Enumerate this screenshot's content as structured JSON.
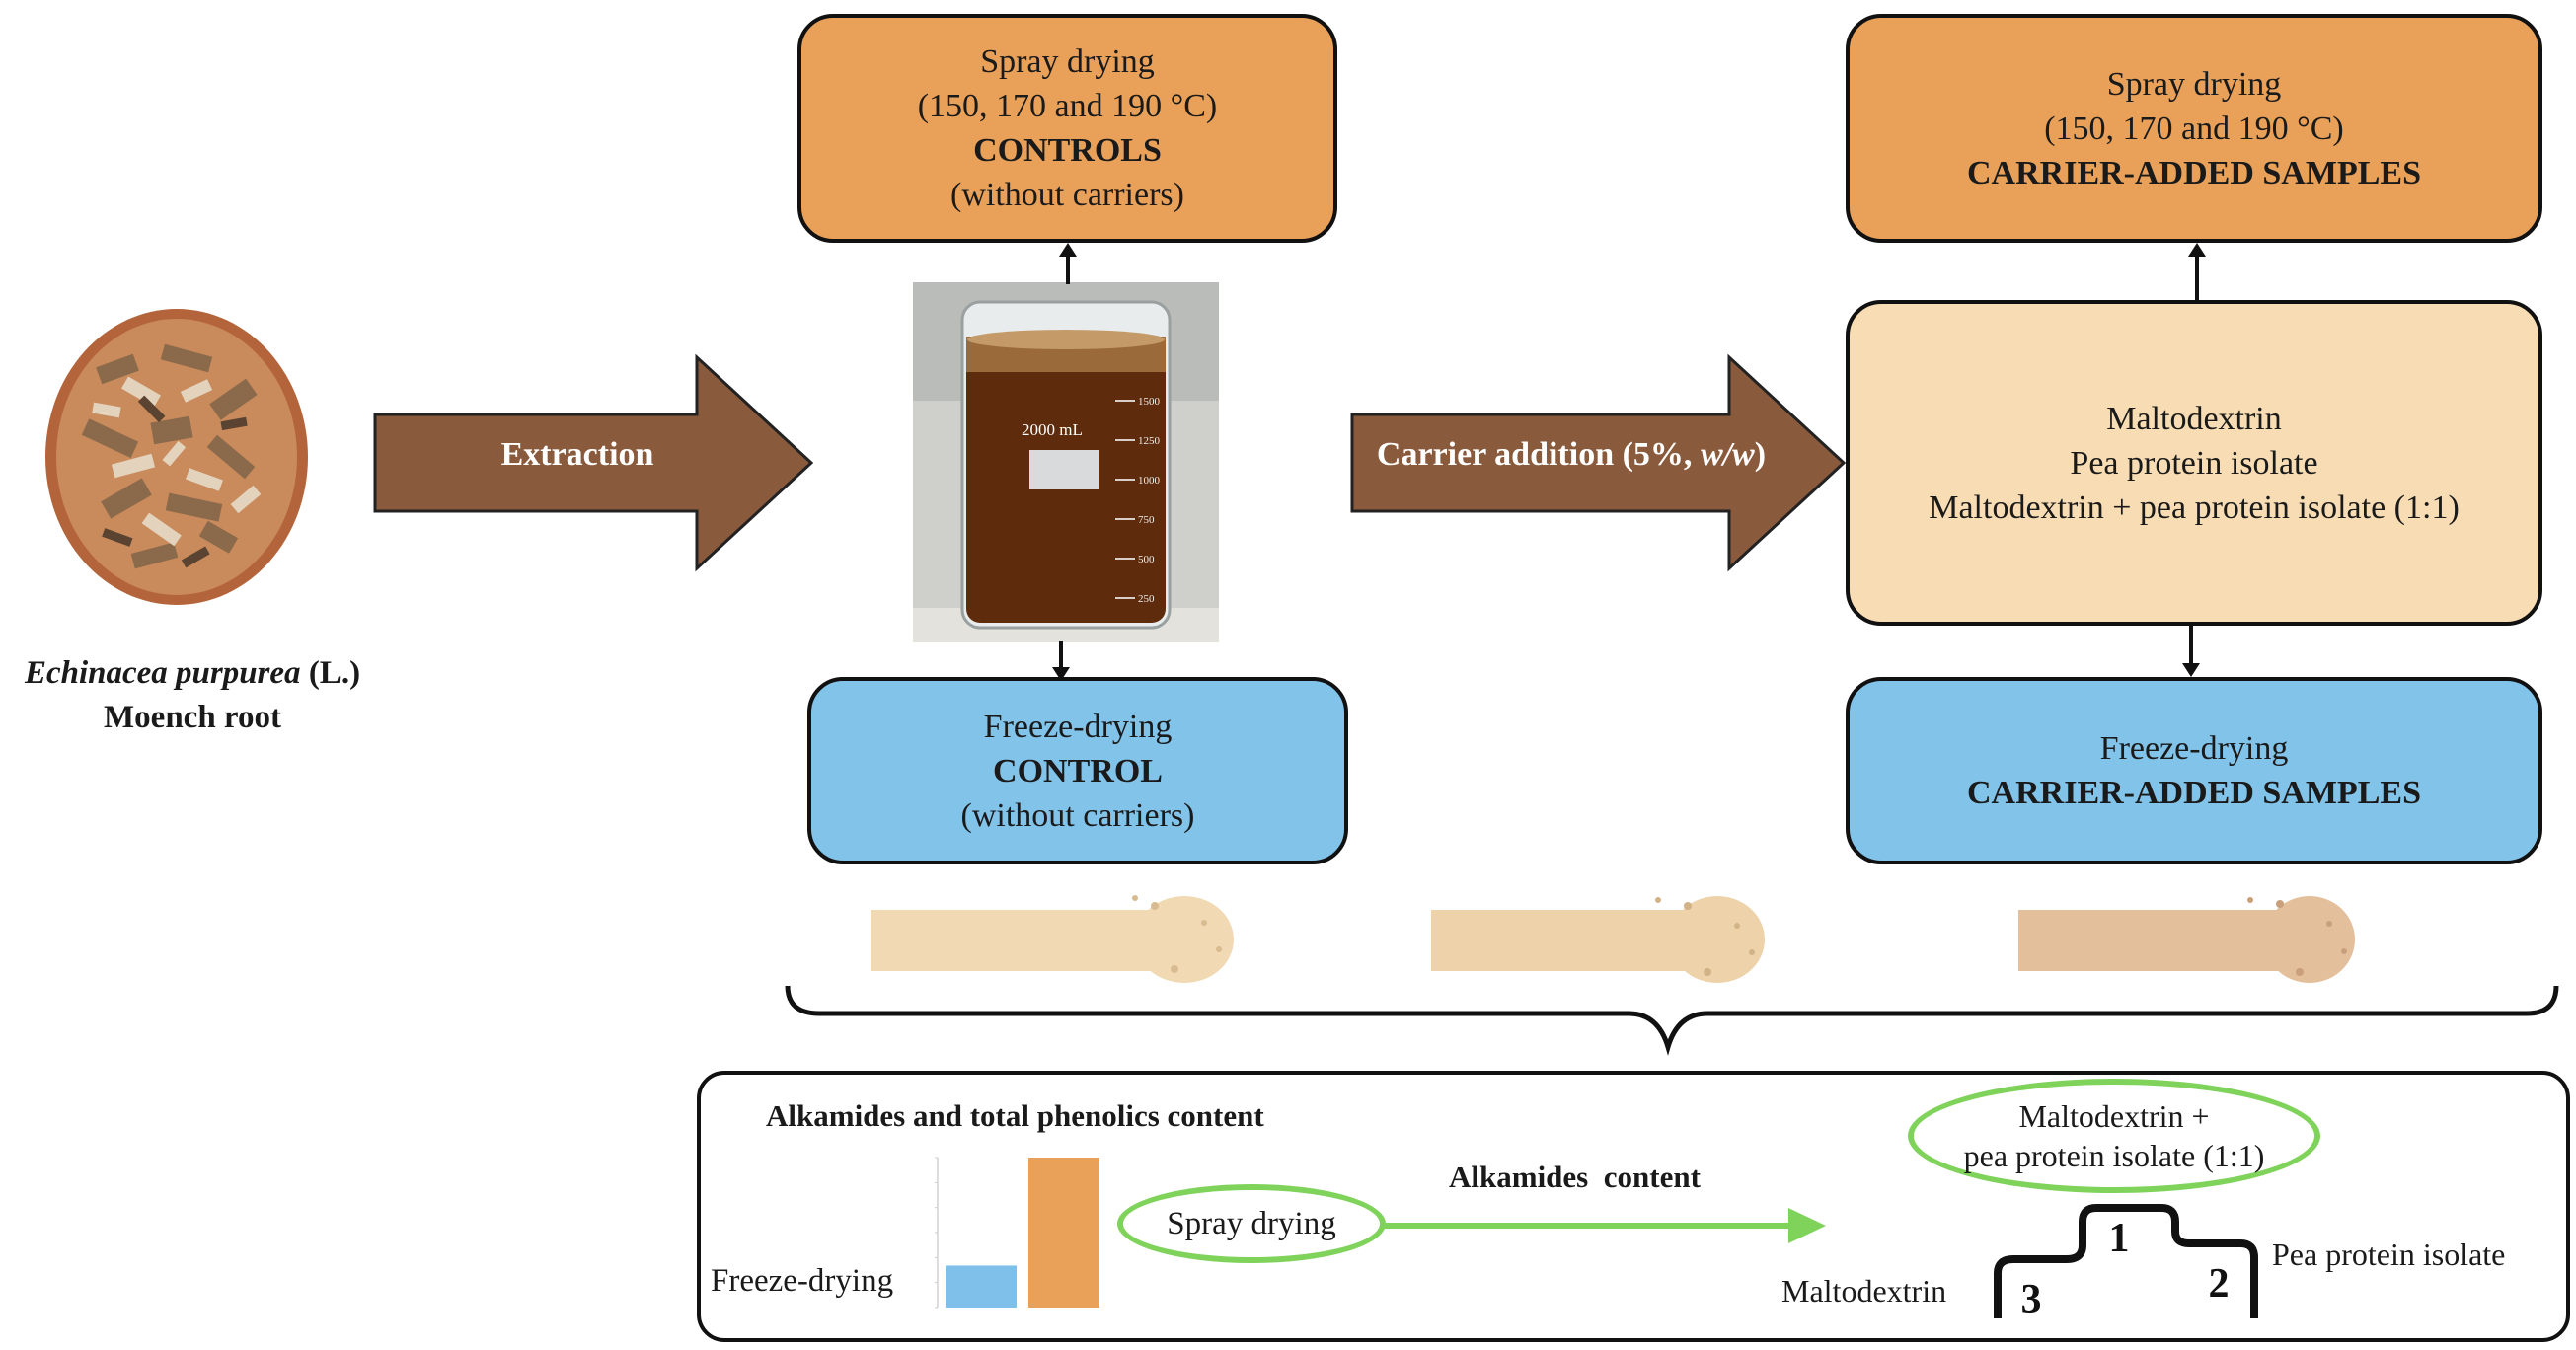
{
  "root_label": {
    "species": "Echinacea purpurea",
    "author": " (L.)",
    "line2": "Moench root"
  },
  "arrows": {
    "extraction": "Extraction",
    "carrier_prefix": "Carrier addition (5%, ",
    "carrier_italic": "w/w",
    "carrier_suffix": ")"
  },
  "beaker": {
    "label": "2000 mL",
    "ticks": [
      "1500",
      "1250",
      "1000",
      "750",
      "500",
      "250"
    ]
  },
  "spray_controls": {
    "line1": "Spray drying",
    "line2": "(150, 170 and 190 °C)",
    "line3": "CONTROLS",
    "line4": "(without carriers)"
  },
  "freeze_control": {
    "line1": "Freeze-drying",
    "line2": "CONTROL",
    "line3": "(without carriers)"
  },
  "spray_carrier": {
    "line1": "Spray drying",
    "line2": "(150, 170 and 190 °C)",
    "line3": "CARRIER-ADDED SAMPLES"
  },
  "carriers": {
    "line1": "Maltodextrin",
    "line2": "Pea protein isolate",
    "line3": "Maltodextrin + pea protein isolate (1:1)"
  },
  "freeze_carrier": {
    "line1": "Freeze-drying",
    "line2": "CARRIER-ADDED SAMPLES"
  },
  "powders": {
    "colors": [
      "#f1d9b4",
      "#eed2aa",
      "#e3bf9c"
    ]
  },
  "results": {
    "alk_phen_title": "Alkamides and total phenolics content",
    "freeze_label": "Freeze-drying",
    "spray_oval": "Spray drying",
    "alk_title": "Alkamides  content",
    "md_ppi_line1": "Maltodextrin +",
    "md_ppi_line2": "pea protein isolate (1:1)",
    "rank1": "1",
    "rank2": "2",
    "rank3": "3",
    "ppi_label": "Pea protein isolate",
    "md_label": "Maltodextrin"
  },
  "chart_data": {
    "type": "bar",
    "categories": [
      "Freeze-drying",
      "Spray drying"
    ],
    "values": [
      0.28,
      1.0
    ],
    "colors": [
      "#7fc0ea",
      "#e9a15a"
    ],
    "title": "",
    "xlabel": "",
    "ylabel": ""
  },
  "colors": {
    "brown_arrow": "#8a5a3c",
    "orange": "#e9a15a",
    "blue": "#82c3ea",
    "beige": "#f8ddb4",
    "green": "#7fd35a"
  }
}
